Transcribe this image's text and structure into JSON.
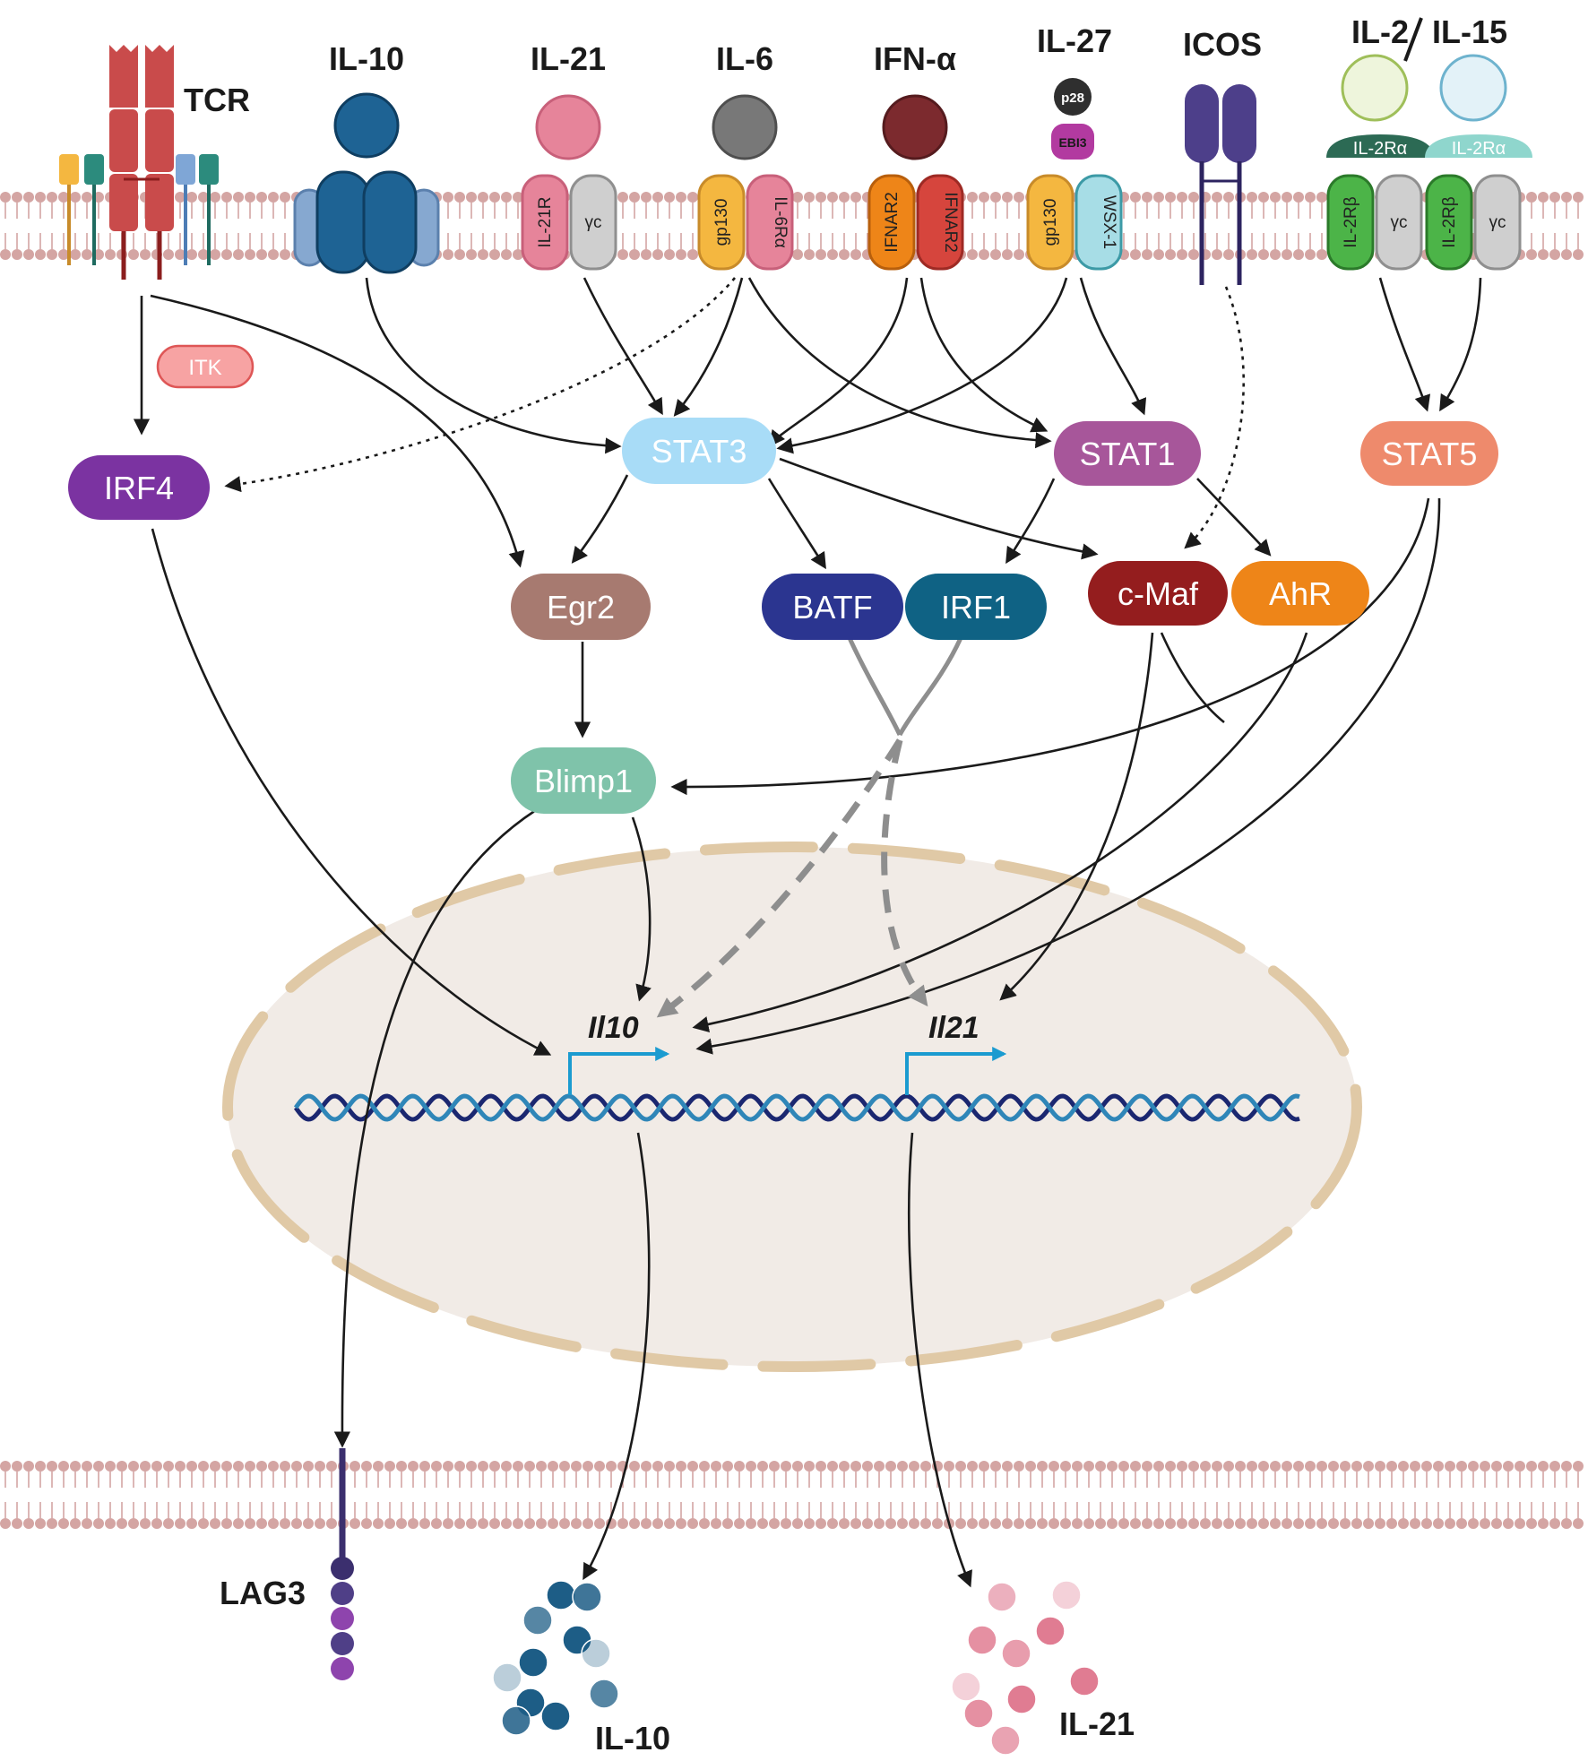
{
  "colors": {
    "membrane": "#d4a5a3",
    "nucleus_fill": "#f1ebe6",
    "nucleus_envelope": "#e0c9a6",
    "tcr": "#c94b4b",
    "il10_ligand": "#1e6394",
    "il21_ligand": "#e6849a",
    "il6_ligand": "#787878",
    "ifna_ligand": "#7c2a2e",
    "icos": "#4d3f8a",
    "stat3": "#a8dcf7",
    "stat1": "#a7569a",
    "stat5": "#ee8a6c",
    "irf4": "#7b33a1",
    "egr2": "#a77a70",
    "batf": "#2b3590",
    "irf1": "#0f6284",
    "cmaf": "#941d1e",
    "ahr": "#ee8518",
    "blimp1": "#7fc3aa",
    "itk_fill": "#f7a3a3",
    "dna_a": "#1b2770",
    "dna_b": "#2f86b8",
    "promoter_arrow": "#1b9bd0",
    "lag3": "#3b2f6e",
    "il10_product": "#1d5d86",
    "il21_product": "#e07c92"
  },
  "ligands": {
    "tcr": "TCR",
    "il10": "IL-10",
    "il21": "IL-21",
    "il6": "IL-6",
    "ifna": "IFN-α",
    "il27": "IL-27",
    "icos": "ICOS",
    "il2": "IL-2",
    "il15": "IL-15"
  },
  "subunits": {
    "p28": "p28",
    "ebi3": "EBI3",
    "il21r": "IL-21R",
    "gamma_c": "γc",
    "gp130": "gp130",
    "il6ra": "IL-6Rα",
    "ifnar2_a": "IFNAR2",
    "ifnar2_b": "IFNAR2",
    "wsx1": "WSX-1",
    "il2ra": "IL-2Rα",
    "il2rb": "IL-2Rβ"
  },
  "nodes": {
    "itk": "ITK",
    "irf4": "IRF4",
    "stat3": "STAT3",
    "stat1": "STAT1",
    "stat5": "STAT5",
    "egr2": "Egr2",
    "batf": "BATF",
    "irf1": "IRF1",
    "cmaf": "c-Maf",
    "ahr": "AhR",
    "blimp1": "Blimp1"
  },
  "genes": {
    "il10": "Il10",
    "il21": "Il21"
  },
  "products": {
    "lag3": "LAG3",
    "il10": "IL-10",
    "il21": "IL-21"
  }
}
